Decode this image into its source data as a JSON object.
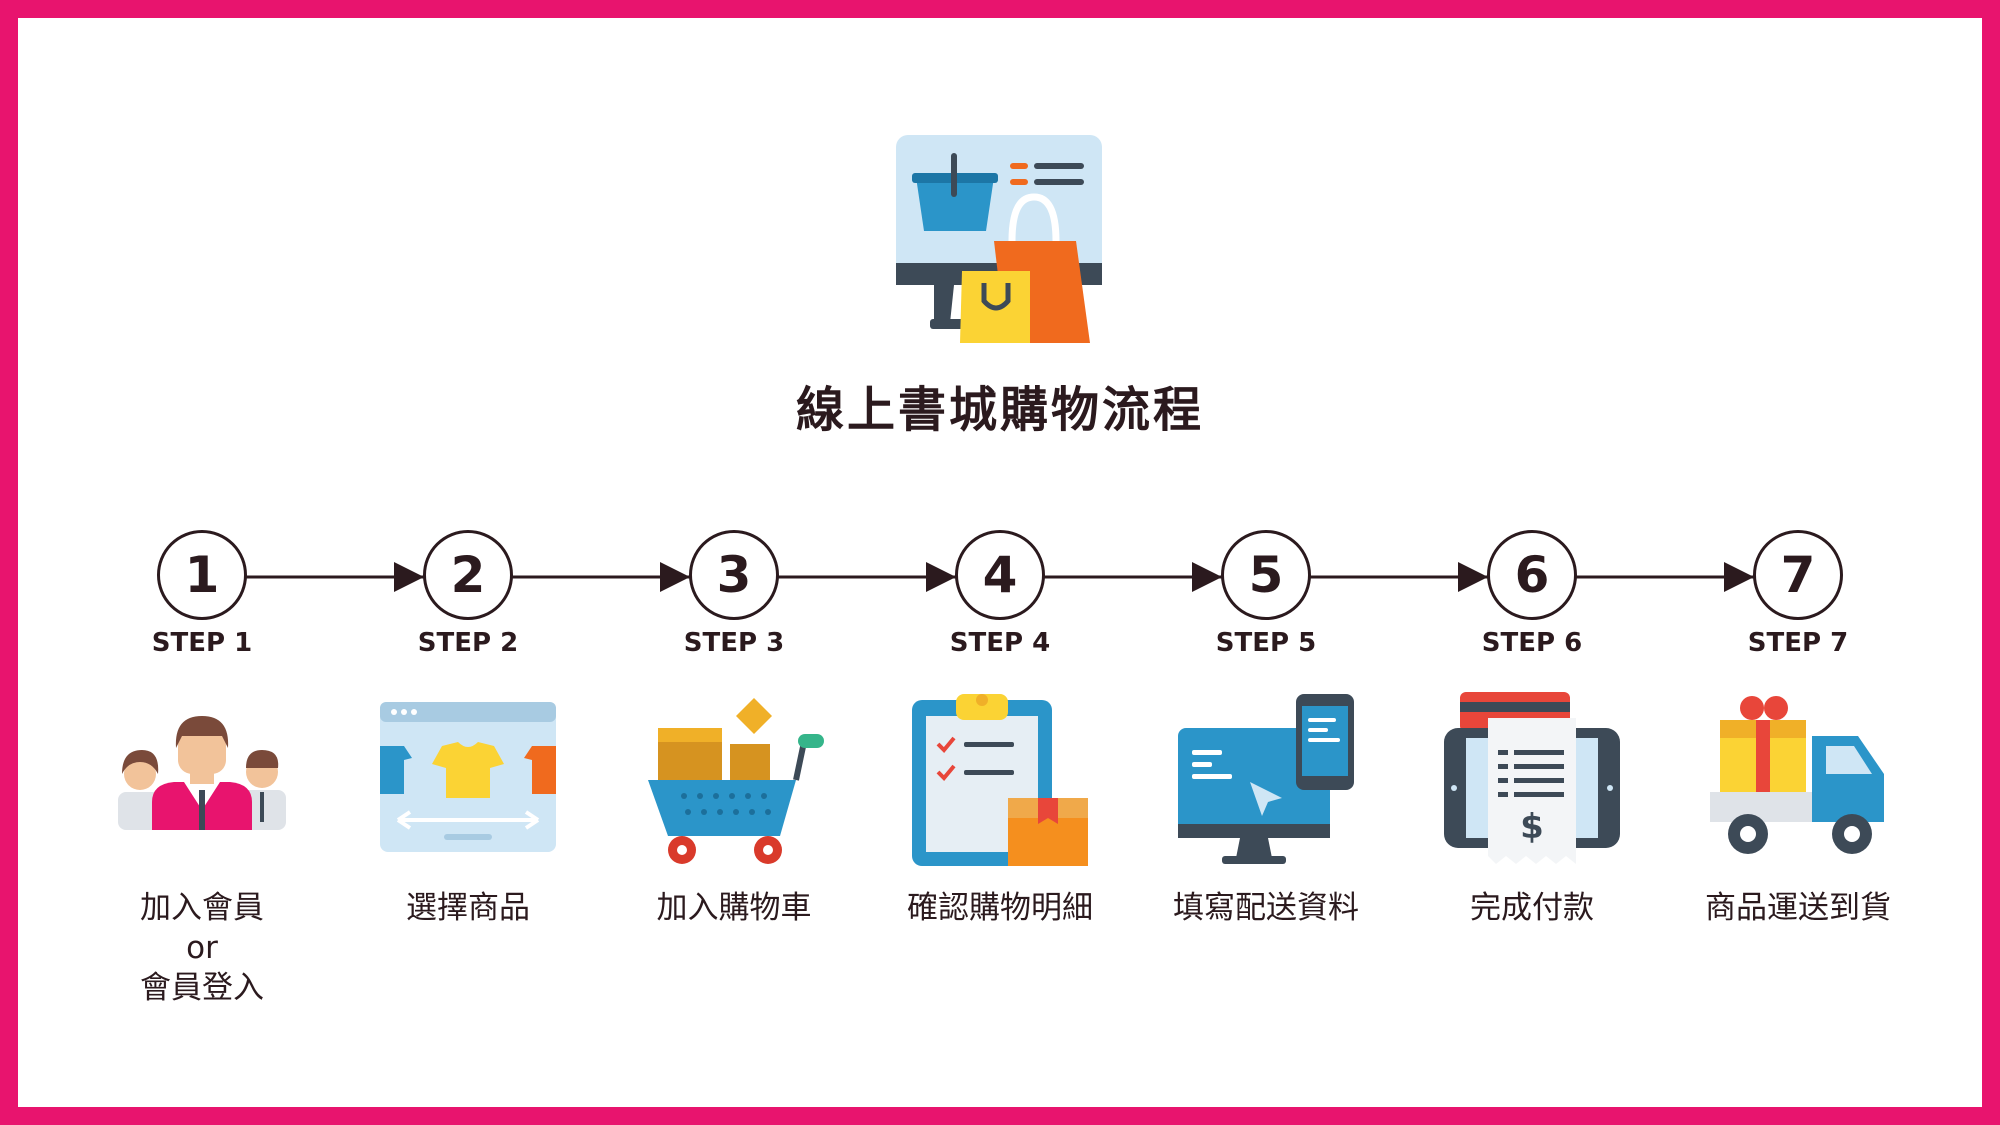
{
  "title": "線上書城購物流程",
  "colors": {
    "frame": "#e8146e",
    "ink": "#2b1a1e",
    "accent_blue": "#2b95c9",
    "accent_orange": "#f06a1e",
    "accent_yellow": "#fbd334"
  },
  "steps": [
    {
      "number": "1",
      "label": "STEP 1",
      "caption_lines": [
        "加入會員",
        "or",
        "會員登入"
      ],
      "icon": "members-icon"
    },
    {
      "number": "2",
      "label": "STEP 2",
      "caption_lines": [
        "選擇商品"
      ],
      "icon": "browse-products-icon"
    },
    {
      "number": "3",
      "label": "STEP 3",
      "caption_lines": [
        "加入購物車"
      ],
      "icon": "shopping-cart-icon"
    },
    {
      "number": "4",
      "label": "STEP 4",
      "caption_lines": [
        "確認購物明細"
      ],
      "icon": "checklist-icon"
    },
    {
      "number": "5",
      "label": "STEP 5",
      "caption_lines": [
        "填寫配送資料"
      ],
      "icon": "computer-phone-icon"
    },
    {
      "number": "6",
      "label": "STEP 6",
      "caption_lines": [
        "完成付款"
      ],
      "icon": "payment-receipt-icon"
    },
    {
      "number": "7",
      "label": "STEP 7",
      "caption_lines": [
        "商品運送到貨"
      ],
      "icon": "delivery-truck-icon"
    }
  ]
}
